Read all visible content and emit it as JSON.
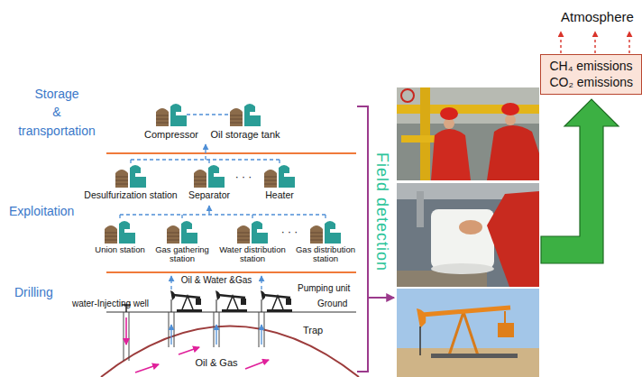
{
  "diagram": {
    "nodes": [
      {
        "text": [
          "CH₄ emissions",
          "CO₂ emissions"
        ]
      }
    ],
    "labels": [
      "Atmosphere",
      "Storage & transportation",
      "Compressor",
      "Oil storage tank",
      "Desulfurization station",
      "Separator",
      "· · ·",
      "Heater",
      "Exploitation",
      "Union station",
      "Gas gathering station",
      "Water distribution station",
      "· · ·",
      "Gas distribution station",
      "Oil & Water &Gas",
      "Field detection",
      "Drilling",
      "Pumping unit",
      "water-Injecting well",
      "Ground",
      "Trap",
      "Oil & Gas"
    ]
  }
}
